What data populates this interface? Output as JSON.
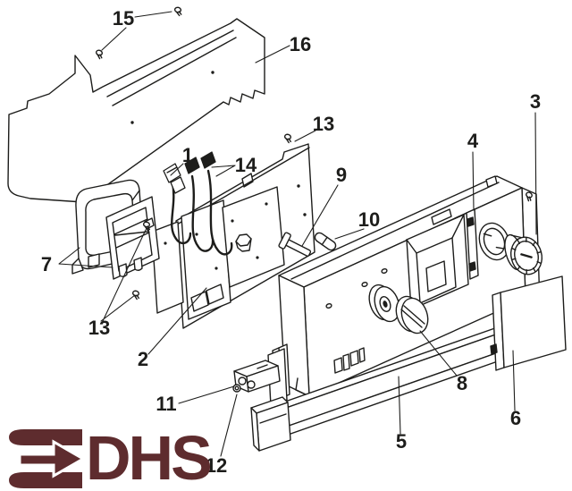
{
  "diagram": {
    "type": "exploded-parts-diagram",
    "background_color": "#ffffff",
    "line_color": "#1d1d1b",
    "callouts": [
      {
        "text": "15"
      },
      {
        "text": "16"
      },
      {
        "text": "13"
      },
      {
        "text": "1"
      },
      {
        "text": "14"
      },
      {
        "text": "9"
      },
      {
        "text": "10"
      },
      {
        "text": "3"
      },
      {
        "text": "4"
      },
      {
        "text": "7"
      },
      {
        "text": "13"
      },
      {
        "text": "2"
      },
      {
        "text": "11"
      },
      {
        "text": "12"
      },
      {
        "text": "8"
      },
      {
        "text": "5"
      },
      {
        "text": "6"
      }
    ]
  },
  "logo": {
    "text": "DHS",
    "color": "#5e2c2e",
    "icon": "right-arrow-capsule"
  }
}
